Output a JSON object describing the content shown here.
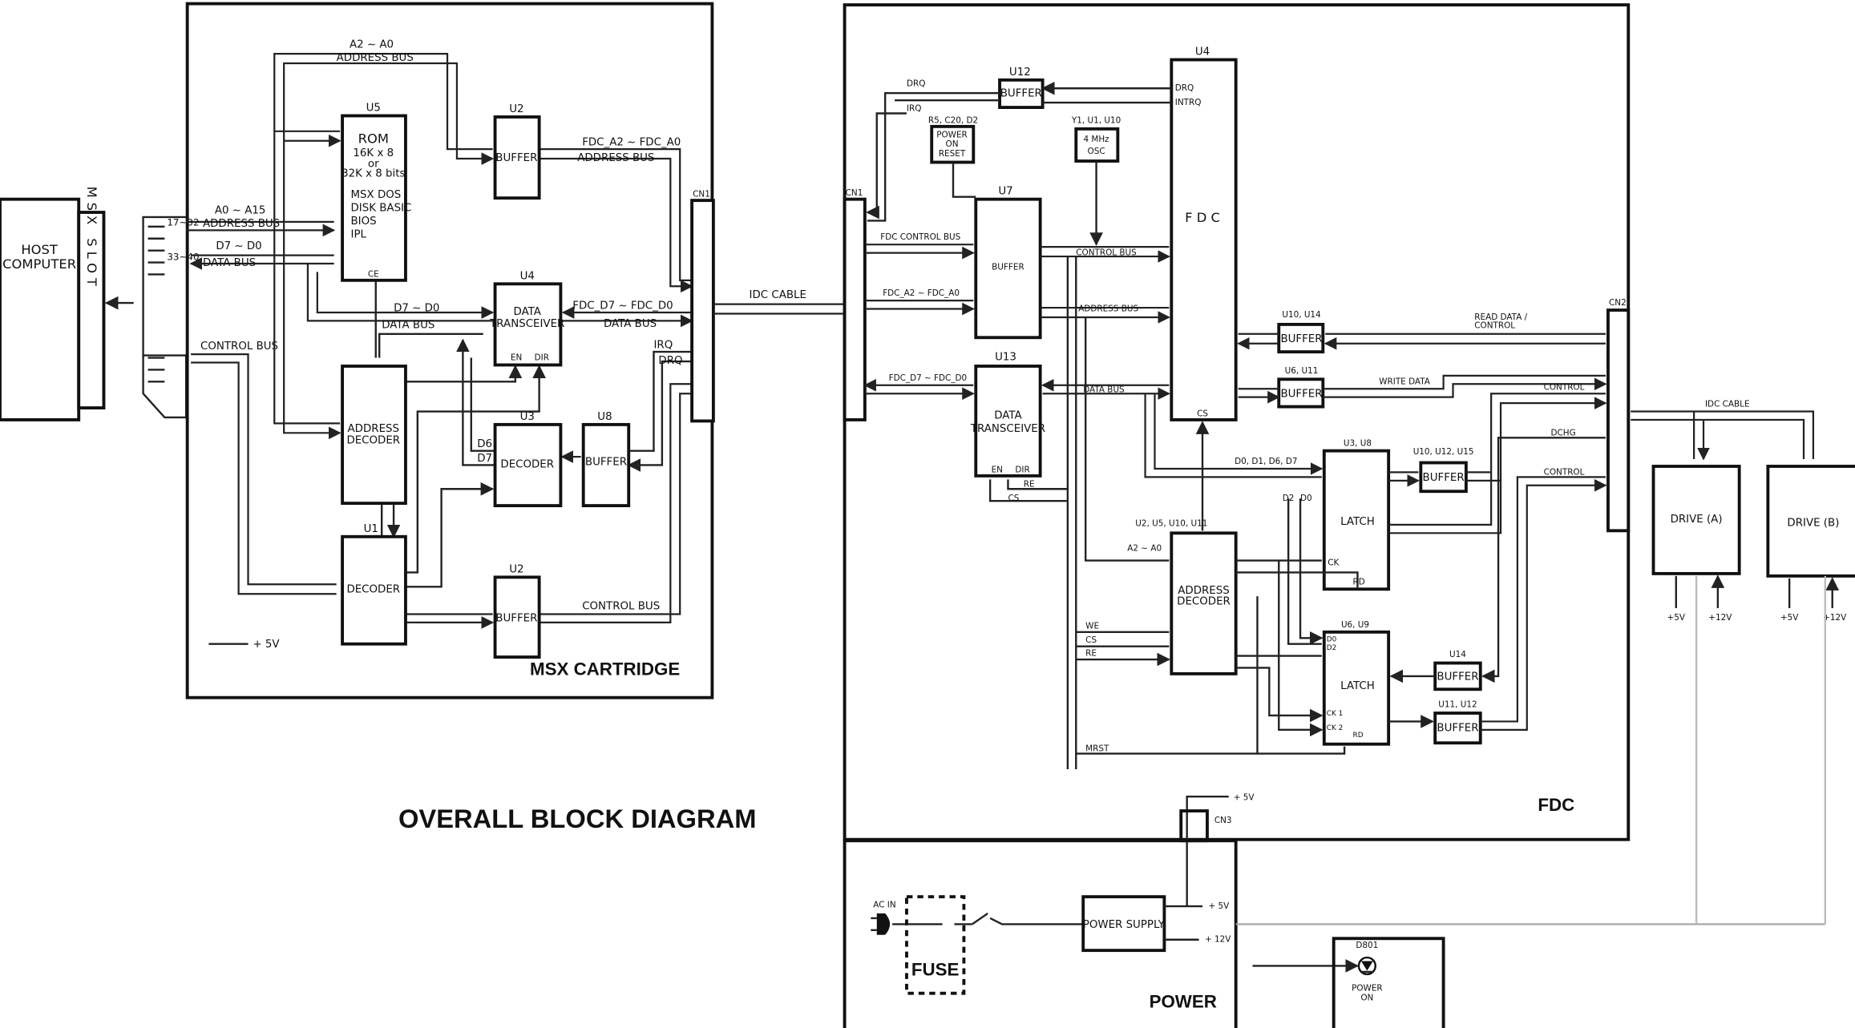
{
  "diagram": {
    "title": "OVERALL BLOCK DIAGRAM",
    "sections": {
      "msx_cartridge": "MSX CARTRIDGE",
      "fdc": "FDC",
      "power": "POWER"
    },
    "host": {
      "line1": "HOST",
      "line2": "COMPUTER",
      "slot": "MSX SLOT",
      "pins_a": "17~32",
      "pins_b": "33~40"
    },
    "cartridge": {
      "u5": {
        "ref": "U5",
        "l1": "ROM",
        "l2": "16K x 8",
        "l3": "or",
        "l4": "32K x 8 bits",
        "l5": "MSX DOS",
        "l6": "DISK BASIC",
        "l7": "BIOS",
        "l8": "IPL",
        "ce": "CE"
      },
      "u2a": {
        "ref": "U2",
        "label": "BUFFER"
      },
      "u4": {
        "ref": "U4",
        "l1": "DATA",
        "l2": "TRANSCEIVER",
        "en": "EN",
        "dir": "DIR"
      },
      "addr_decoder": {
        "l1": "ADDRESS",
        "l2": "DECODER"
      },
      "u3": {
        "ref": "U3",
        "label": "DECODER"
      },
      "u8": {
        "ref": "U8",
        "label": "BUFFER"
      },
      "u1": {
        "ref": "U1",
        "label": "DECODER"
      },
      "u2b": {
        "ref": "U2",
        "label": "BUFFER"
      },
      "cn1": "CN1",
      "labels": {
        "a2_a0": "A2 ~ A0",
        "address_bus_top": "ADDRESS BUS",
        "a0_a15": "A0 ~ A15",
        "address_bus_left": "ADDRESS BUS",
        "d7_d0_left": "D7 ~ D0",
        "data_bus_left": "DATA BUS",
        "control_bus_left": "CONTROL BUS",
        "fdc_a2_a0": "FDC_A2 ~ FDC_A0",
        "address_bus_right": "ADDRESS BUS",
        "d7_d0_mid": "D7 ~ D0",
        "data_bus_mid": "DATA BUS",
        "fdc_d7_d0": "FDC_D7 ~ FDC_D0",
        "data_bus_right": "DATA BUS",
        "irq": "IRQ",
        "drq": "DRQ",
        "d6": "D6",
        "d7": "D7",
        "control_bus_bottom": "CONTROL BUS",
        "plus5v": "+ 5V"
      }
    },
    "idc_cable_1": "IDC CABLE",
    "fdc_board": {
      "cn1": "CN1",
      "cn2": "CN2",
      "u12": {
        "ref": "U12",
        "label": "BUFFER"
      },
      "por": {
        "ref": "R5, C20, D2",
        "l1": "POWER",
        "l2": "ON",
        "l3": "RESET"
      },
      "osc": {
        "ref": "Y1, U1, U10",
        "l1": "4 MHz",
        "l2": "OSC"
      },
      "u4": {
        "ref": "U4",
        "label": "F D C",
        "drq": "DRQ",
        "intrq": "INTRQ",
        "cs": "CS"
      },
      "u7": {
        "ref": "U7",
        "label": "BUFFER"
      },
      "u13": {
        "ref": "U13",
        "l1": "DATA",
        "l2": "TRANSCEIVER",
        "en": "EN",
        "dir": "DIR"
      },
      "buf_rd": {
        "ref": "U10, U14",
        "label": "BUFFER"
      },
      "buf_wd": {
        "ref": "U6, U11",
        "label": "BUFFER"
      },
      "latch1": {
        "ref": "U3, U8",
        "label": "LATCH",
        "ck": "CK",
        "rd": "RD",
        "d2": "D2",
        "d0": "D0"
      },
      "buf_l1": {
        "ref": "U10, U12, U15",
        "label": "BUFFER"
      },
      "addr_decoder": {
        "ref": "U2, U5, U10, U11",
        "l1": "ADDRESS",
        "l2": "DECODER"
      },
      "latch2": {
        "ref": "U6, U9",
        "label": "LATCH",
        "d0": "D0",
        "d2": "D2",
        "ck1": "CK 1",
        "ck2": "CK 2",
        "rd": "RD"
      },
      "u14": {
        "ref": "U14",
        "label": "BUFFER"
      },
      "u11u12": {
        "ref": "U11, U12",
        "label": "BUFFER"
      },
      "labels": {
        "drq": "DRQ",
        "irq": "IRQ",
        "fdc_control_bus": "FDC CONTROL BUS",
        "fdc_a2_a0": "FDC_A2 ~ FDC_A0",
        "fdc_d7_d0": "FDC_D7 ~ FDC_D0",
        "control_bus": "CONTROL BUS",
        "address_bus": "ADDRESS BUS",
        "data_bus": "DATA BUS",
        "re": "RE",
        "cs": "CS",
        "d_bits": "D0, D1, D6, D7",
        "a2_a0": "A2 ~ A0",
        "we_l": "WE",
        "cs_l": "CS",
        "re_l": "RE",
        "mrst": "MRST",
        "read_data_1": "READ DATA /",
        "read_data_2": "CONTROL",
        "write_data": "WRITE DATA",
        "control_1": "CONTROL",
        "dchg": "DCHG",
        "control_2": "CONTROL"
      }
    },
    "drives": {
      "idc_cable": "IDC CABLE",
      "a": {
        "label": "DRIVE (A)",
        "v1": "+5V",
        "v2": "+12V"
      },
      "b": {
        "label": "DRIVE (B)",
        "v1": "+5V",
        "v2": "+12V"
      }
    },
    "power_board": {
      "ac_in": "AC IN",
      "fuse": "FUSE",
      "supply": "POWER SUPPLY",
      "plus5v_a": "+ 5V",
      "plus5v_b": "+ 5V",
      "plus12v": "+ 12V",
      "cn3": "CN3",
      "led_ref": "D801",
      "led_l1": "POWER",
      "led_l2": "ON"
    }
  }
}
